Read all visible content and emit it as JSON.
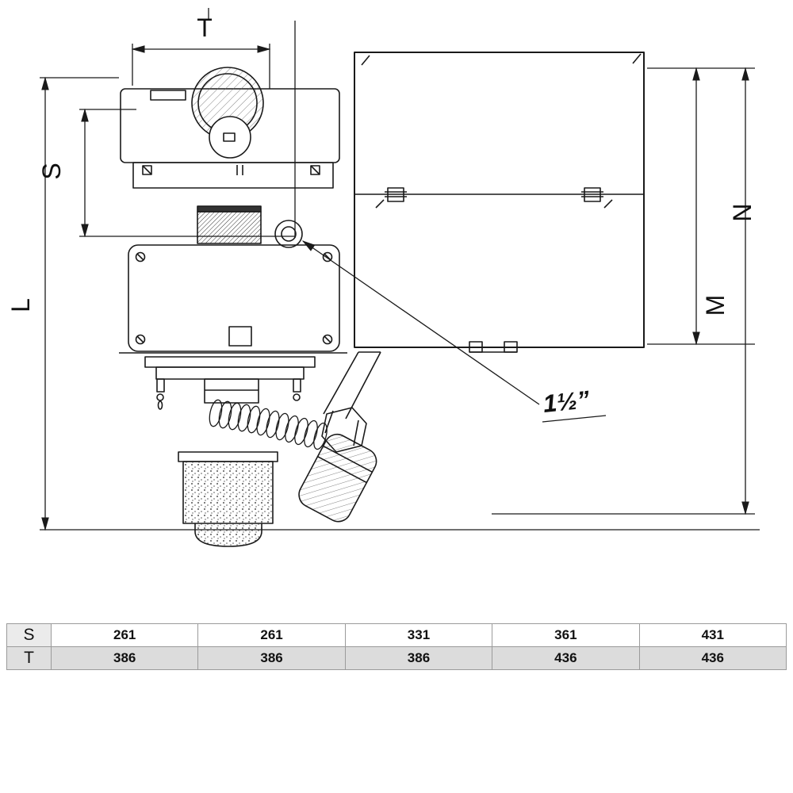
{
  "diagram": {
    "dim_T": "T",
    "dim_S": "S",
    "dim_L": "L",
    "dim_N": "N",
    "dim_M": "M",
    "connection_label": "1½”"
  },
  "table": {
    "rows": [
      {
        "label": "S",
        "values": [
          "261",
          "261",
          "331",
          "361",
          "431"
        ]
      },
      {
        "label": "T",
        "values": [
          "386",
          "386",
          "386",
          "436",
          "436"
        ]
      }
    ]
  },
  "colors": {
    "line": "#1a1a1a",
    "table_border": "#9b9b9b",
    "table_label_bg": "#ebebeb",
    "table_shaded_row_bg": "#dcdcdc"
  }
}
